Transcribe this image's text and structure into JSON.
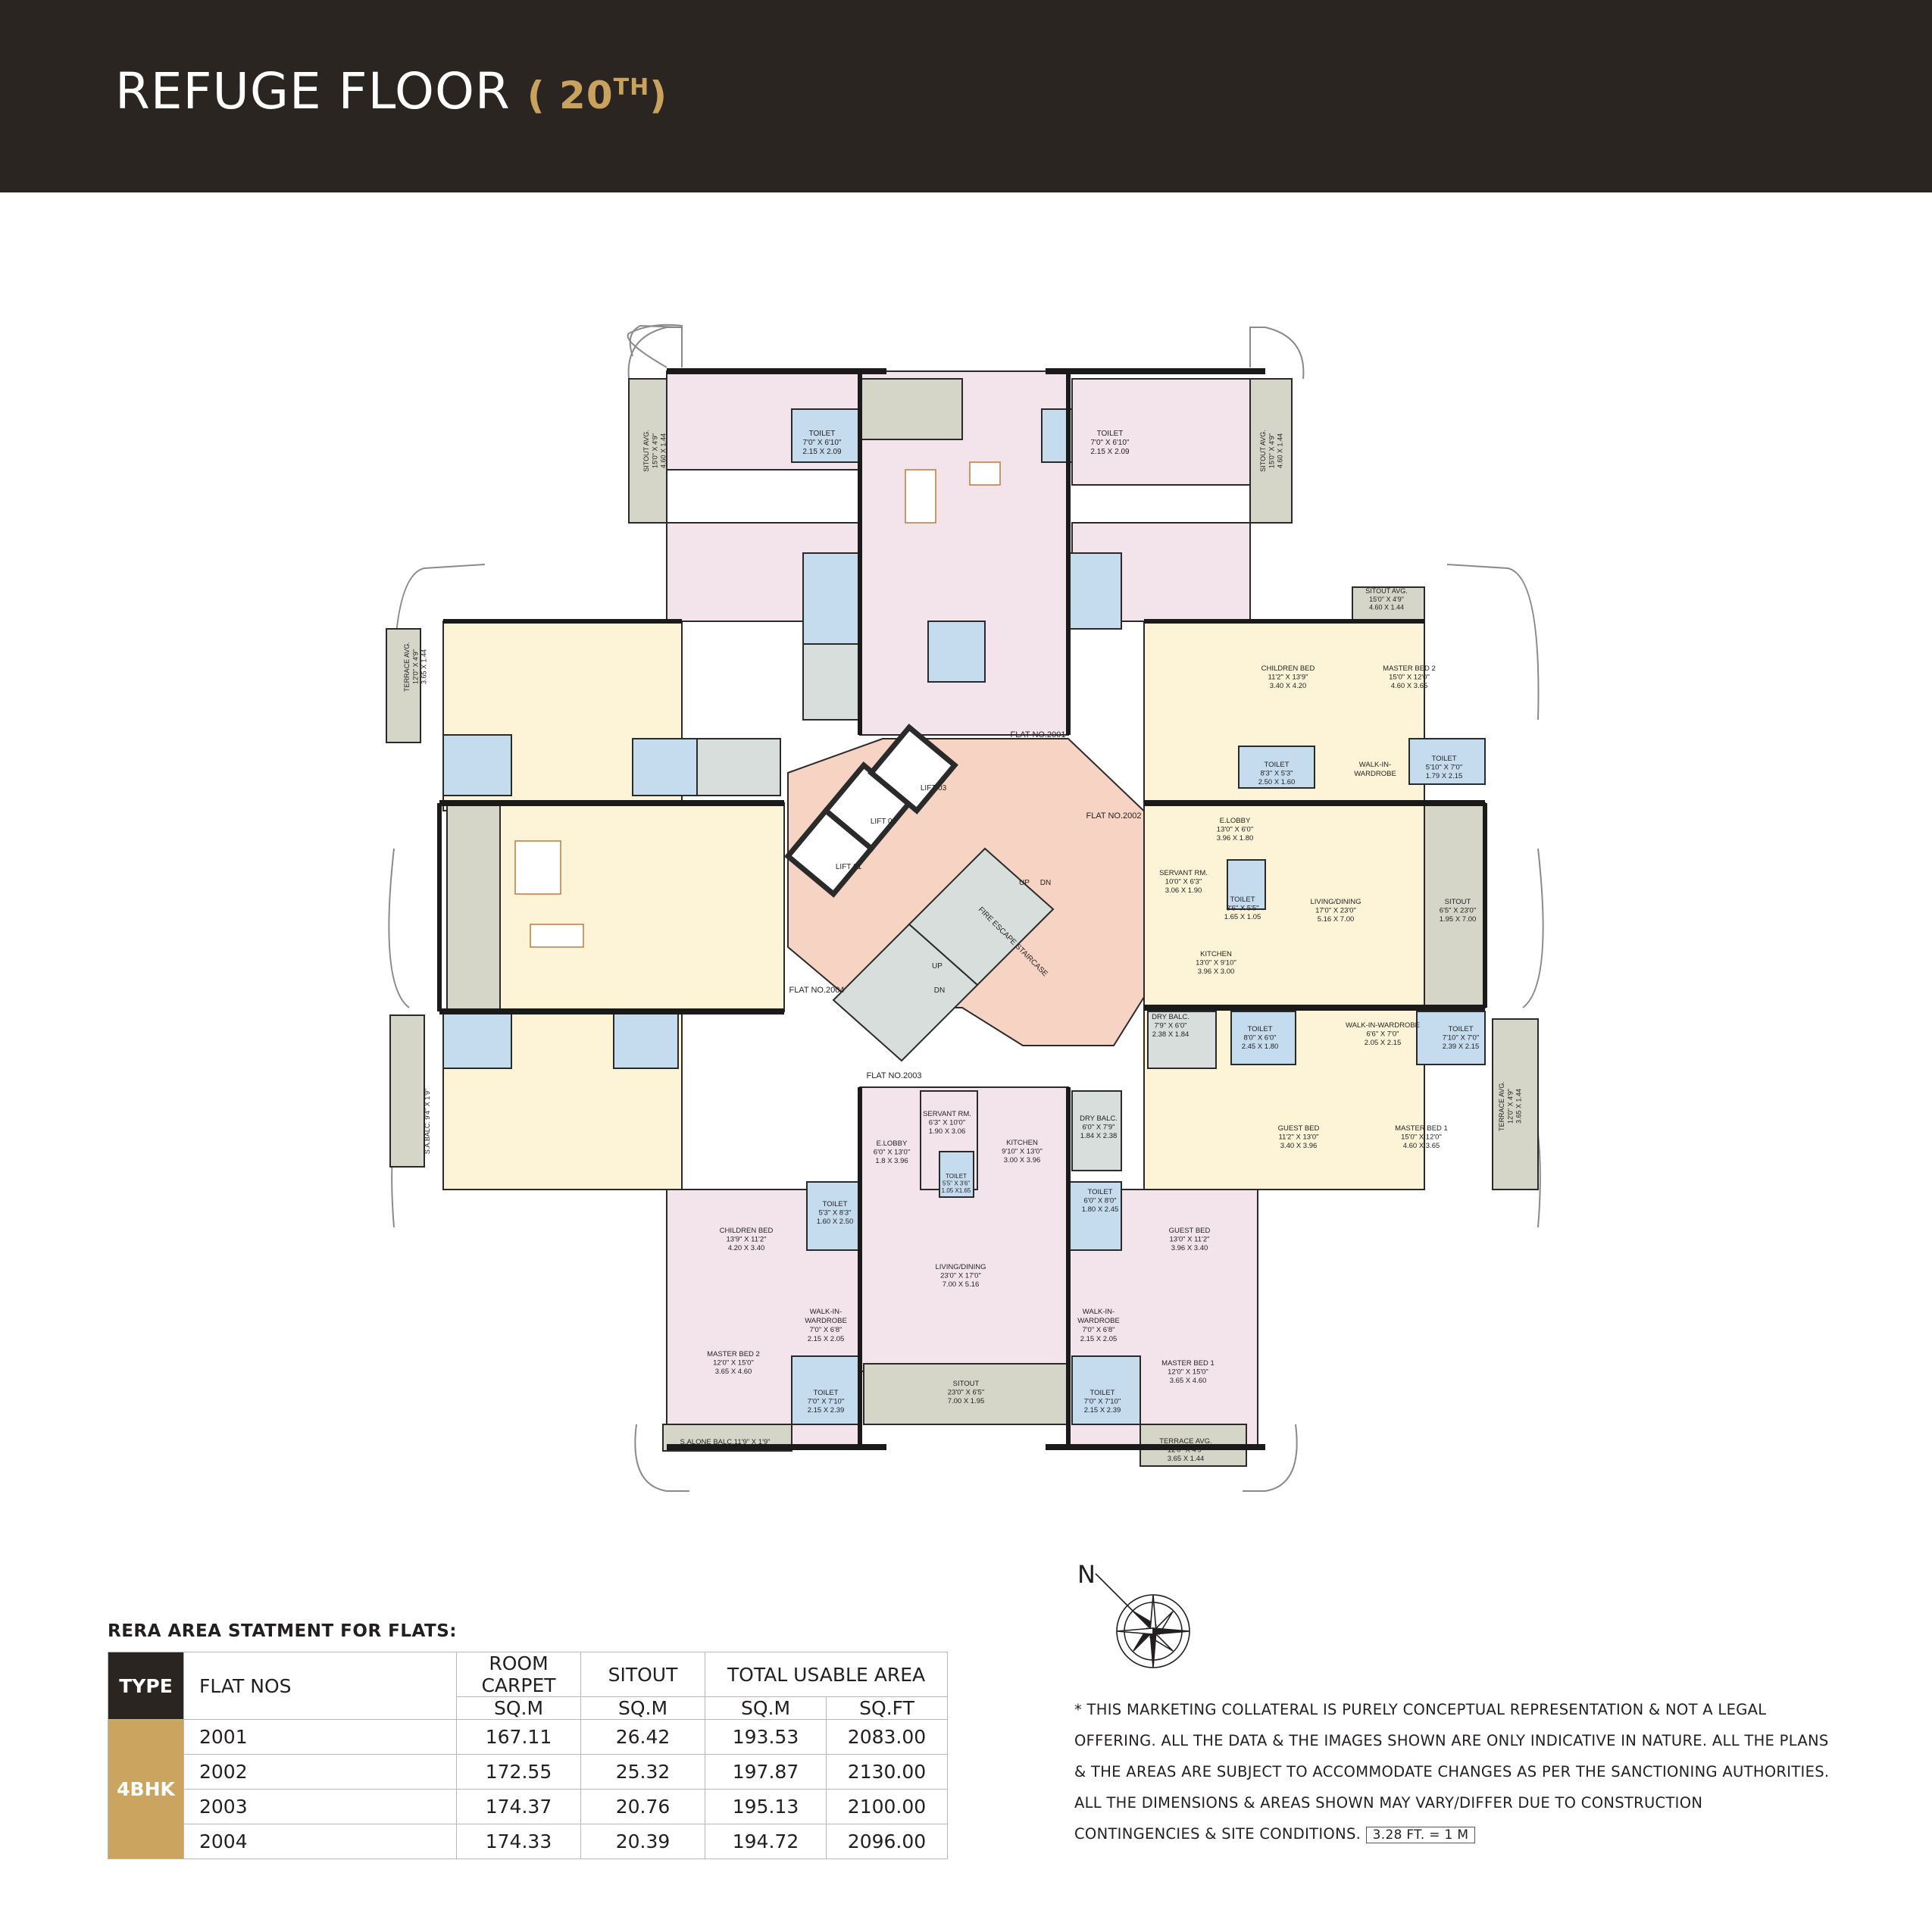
{
  "header": {
    "title": "REFUGE FLOOR",
    "subtitle_open": "( 20",
    "subtitle_sup": "TH",
    "subtitle_close": ")"
  },
  "colors": {
    "header_bg": "#2b2522",
    "accent_gold": "#cba45f",
    "flat_2001_2003": "#f3e4ec",
    "flat_2002_2004": "#fdf3d6",
    "toilet": "#c5dcef",
    "lobby": "#f6d3c2",
    "stair": "#d7dedc",
    "sitout": "#d6d6c8"
  },
  "plan": {
    "flat_labels": [
      "FLAT NO.2001",
      "FLAT NO.2002",
      "FLAT NO.2003",
      "FLAT NO.2004"
    ],
    "lifts": [
      "LIFT 01",
      "LIFT 02",
      "LIFT 03"
    ],
    "stair": {
      "label": "FIRE ESCAPE STAIRCASE",
      "up": "UP",
      "dn": "DN"
    },
    "flat_2001_rooms": [
      {
        "name": "TOILET",
        "dim_ft": "7'0\" X 6'10\"",
        "dim_m": "2.15 X 2.09"
      },
      {
        "name": "SITOUT AVG.",
        "dim_ft": "15'0\" X 4'9\"",
        "dim_m": "4.60 X 1.44"
      }
    ],
    "flat_2002_rooms": [
      {
        "name": "TOILET",
        "dim_ft": "7'0\" X 6'10\"",
        "dim_m": "2.15 X 2.09"
      },
      {
        "name": "SITOUT AVG.",
        "dim_ft": "15'0\" X 4'9\"",
        "dim_m": "4.60 X 1.44"
      },
      {
        "name": "SITOUT AVG.",
        "dim_ft": "15'0\" X 4'9\"",
        "dim_m": "4.60 X 1.44"
      },
      {
        "name": "CHILDREN BED",
        "dim_ft": "11'2\" X 13'9\"",
        "dim_m": "3.40 X 4.20"
      },
      {
        "name": "MASTER BED 2",
        "dim_ft": "15'0\" X 12'0\"",
        "dim_m": "4.60 X 3.65"
      },
      {
        "name": "TOILET",
        "dim_ft": "8'3\" X 5'3\"",
        "dim_m": "2.50 X 1.60"
      },
      {
        "name": "TOILET",
        "dim_ft": "5'10\" X 7'0\"",
        "dim_m": "1.79 X 2.15"
      },
      {
        "name": "WALK-IN-WARDROBE",
        "dim_ft": "",
        "dim_m": ""
      },
      {
        "name": "E.LOBBY",
        "dim_ft": "13'0\" X 6'0\"",
        "dim_m": "3.96 X 1.80"
      },
      {
        "name": "SERVANT RM.",
        "dim_ft": "10'0\" X 6'3\"",
        "dim_m": "3.06 X 1.90"
      },
      {
        "name": "TOILET",
        "dim_ft": "3'6\" X 5'5\"",
        "dim_m": "1.65 X 1.05"
      },
      {
        "name": "LIVING/DINING",
        "dim_ft": "17'0\" X 23'0\"",
        "dim_m": "5.16 X 7.00"
      },
      {
        "name": "SITOUT",
        "dim_ft": "6'5\" X 23'0\"",
        "dim_m": "1.95 X 7.00"
      },
      {
        "name": "KITCHEN",
        "dim_ft": "13'0\" X 9'10\"",
        "dim_m": "3.96 X 3.00"
      },
      {
        "name": "DRY BALC.",
        "dim_ft": "7'9\" X 6'0\"",
        "dim_m": "2.38 X 1.84"
      },
      {
        "name": "TOILET",
        "dim_ft": "8'0\" X 6'0\"",
        "dim_m": "2.45 X 1.80"
      },
      {
        "name": "WALK-IN-WARDROBE",
        "dim_ft": "6'6\" X 7'0\"",
        "dim_m": "2.05 X 2.15"
      },
      {
        "name": "TOILET",
        "dim_ft": "7'10\" X 7'0\"",
        "dim_m": "2.39 X 2.15"
      },
      {
        "name": "GUEST BED",
        "dim_ft": "11'2\" X 13'0\"",
        "dim_m": "3.40 X 3.96"
      },
      {
        "name": "MASTER BED 1",
        "dim_ft": "15'0\" X 12'0\"",
        "dim_m": "4.60 X 3.65"
      },
      {
        "name": "TERRACE AVG.",
        "dim_ft": "12'0\" X 4'9\"",
        "dim_m": "3.65 X 1.44"
      }
    ],
    "flat_2003_rooms": [
      {
        "name": "E.LOBBY",
        "dim_ft": "6'0\" X 13'0\"",
        "dim_m": "1.8 X 3.96"
      },
      {
        "name": "SERVANT RM.",
        "dim_ft": "6'3\" X 10'0\"",
        "dim_m": "1.90 X 3.06"
      },
      {
        "name": "TOILET",
        "dim_ft": "5'5\" X 3'6\"",
        "dim_m": "1.05 X1.65"
      },
      {
        "name": "KITCHEN",
        "dim_ft": "9'10\" X 13'0\"",
        "dim_m": "3.00 X 3.96"
      },
      {
        "name": "DRY BALC.",
        "dim_ft": "6'0\" X 7'9\"",
        "dim_m": "1.84 X 2.38"
      },
      {
        "name": "TOILET",
        "dim_ft": "5'3\" X 8'3\"",
        "dim_m": "1.60 X 2.50"
      },
      {
        "name": "TOILET",
        "dim_ft": "6'0\" X 8'0\"",
        "dim_m": "1.80 X 2.45"
      },
      {
        "name": "CHILDREN BED",
        "dim_ft": "13'9\" X 11'2\"",
        "dim_m": "4.20 X 3.40"
      },
      {
        "name": "GUEST BED",
        "dim_ft": "13'0\" X 11'2\"",
        "dim_m": "3.96 X 3.40"
      },
      {
        "name": "LIVING/DINING",
        "dim_ft": "23'0\" X 17'0\"",
        "dim_m": "7.00 X 5.16"
      },
      {
        "name": "WALK-IN-WARDROBE",
        "dim_ft": "7'0\" X 6'8\"",
        "dim_m": "2.15 X 2.05"
      },
      {
        "name": "WALK-IN-WARDROBE",
        "dim_ft": "7'0\" X 6'8\"",
        "dim_m": "2.15 X 2.05"
      },
      {
        "name": "MASTER BED 2",
        "dim_ft": "12'0\" X 15'0\"",
        "dim_m": "3.65 X 4.60"
      },
      {
        "name": "MASTER BED 1",
        "dim_ft": "12'0\" X 15'0\"",
        "dim_m": "3.65 X 4.60"
      },
      {
        "name": "TOILET",
        "dim_ft": "7'0\" X 7'10\"",
        "dim_m": "2.15 X 2.39"
      },
      {
        "name": "TOILET",
        "dim_ft": "7'0\" X 7'10\"",
        "dim_m": "2.15 X 2.39"
      },
      {
        "name": "SITOUT",
        "dim_ft": "23'0\" X 6'5\"",
        "dim_m": "7.00 X 1.95"
      },
      {
        "name": "S.ALONE BALC.11'9\" X 1'9\"",
        "dim_ft": "",
        "dim_m": ""
      },
      {
        "name": "TERRACE AVG.",
        "dim_ft": "12'0\" X 4'9\"",
        "dim_m": "3.65 X 1.44"
      }
    ],
    "flat_2004_rooms": [
      {
        "name": "TERRACE AVG.",
        "dim_ft": "12'0\" X 4'9\"",
        "dim_m": "3.65 X 1.44"
      },
      {
        "name": "S.A.BALC. 9'4\" X 1'9\"",
        "dim_ft": "",
        "dim_m": ""
      }
    ]
  },
  "rera": {
    "heading": "RERA AREA STATMENT FOR FLATS:",
    "headers": {
      "type": "TYPE",
      "flat_nos": "FLAT NOS",
      "room_carpet": "ROOM CARPET",
      "sitout": "SITOUT",
      "total": "TOTAL USABLE AREA",
      "sqm": "SQ.M",
      "sqft": "SQ.FT"
    },
    "type_value": "4BHK",
    "rows": [
      {
        "flat": "2001",
        "room_carpet": "167.11",
        "sitout": "26.42",
        "total_sqm": "193.53",
        "total_sqft": "2083.00"
      },
      {
        "flat": "2002",
        "room_carpet": "172.55",
        "sitout": "25.32",
        "total_sqm": "197.87",
        "total_sqft": "2130.00"
      },
      {
        "flat": "2003",
        "room_carpet": "174.37",
        "sitout": "20.76",
        "total_sqm": "195.13",
        "total_sqft": "2100.00"
      },
      {
        "flat": "2004",
        "room_carpet": "174.33",
        "sitout": "20.39",
        "total_sqm": "194.72",
        "total_sqft": "2096.00"
      }
    ]
  },
  "compass": {
    "north_label": "N"
  },
  "disclaimer": {
    "text": "* THIS MARKETING COLLATERAL IS PURELY CONCEPTUAL REPRESENTATION & NOT A LEGAL OFFERING. ALL THE DATA & THE IMAGES SHOWN ARE ONLY INDICATIVE IN NATURE. ALL THE PLANS & THE AREAS ARE SUBJECT TO ACCOMMODATE CHANGES AS PER THE SANCTIONING AUTHORITIES. ALL THE DIMENSIONS & AREAS SHOWN MAY VARY/DIFFER DUE TO CONSTRUCTION CONTINGENCIES & SITE CONDITIONS.",
    "scale": "3.28 FT. = 1 M"
  }
}
